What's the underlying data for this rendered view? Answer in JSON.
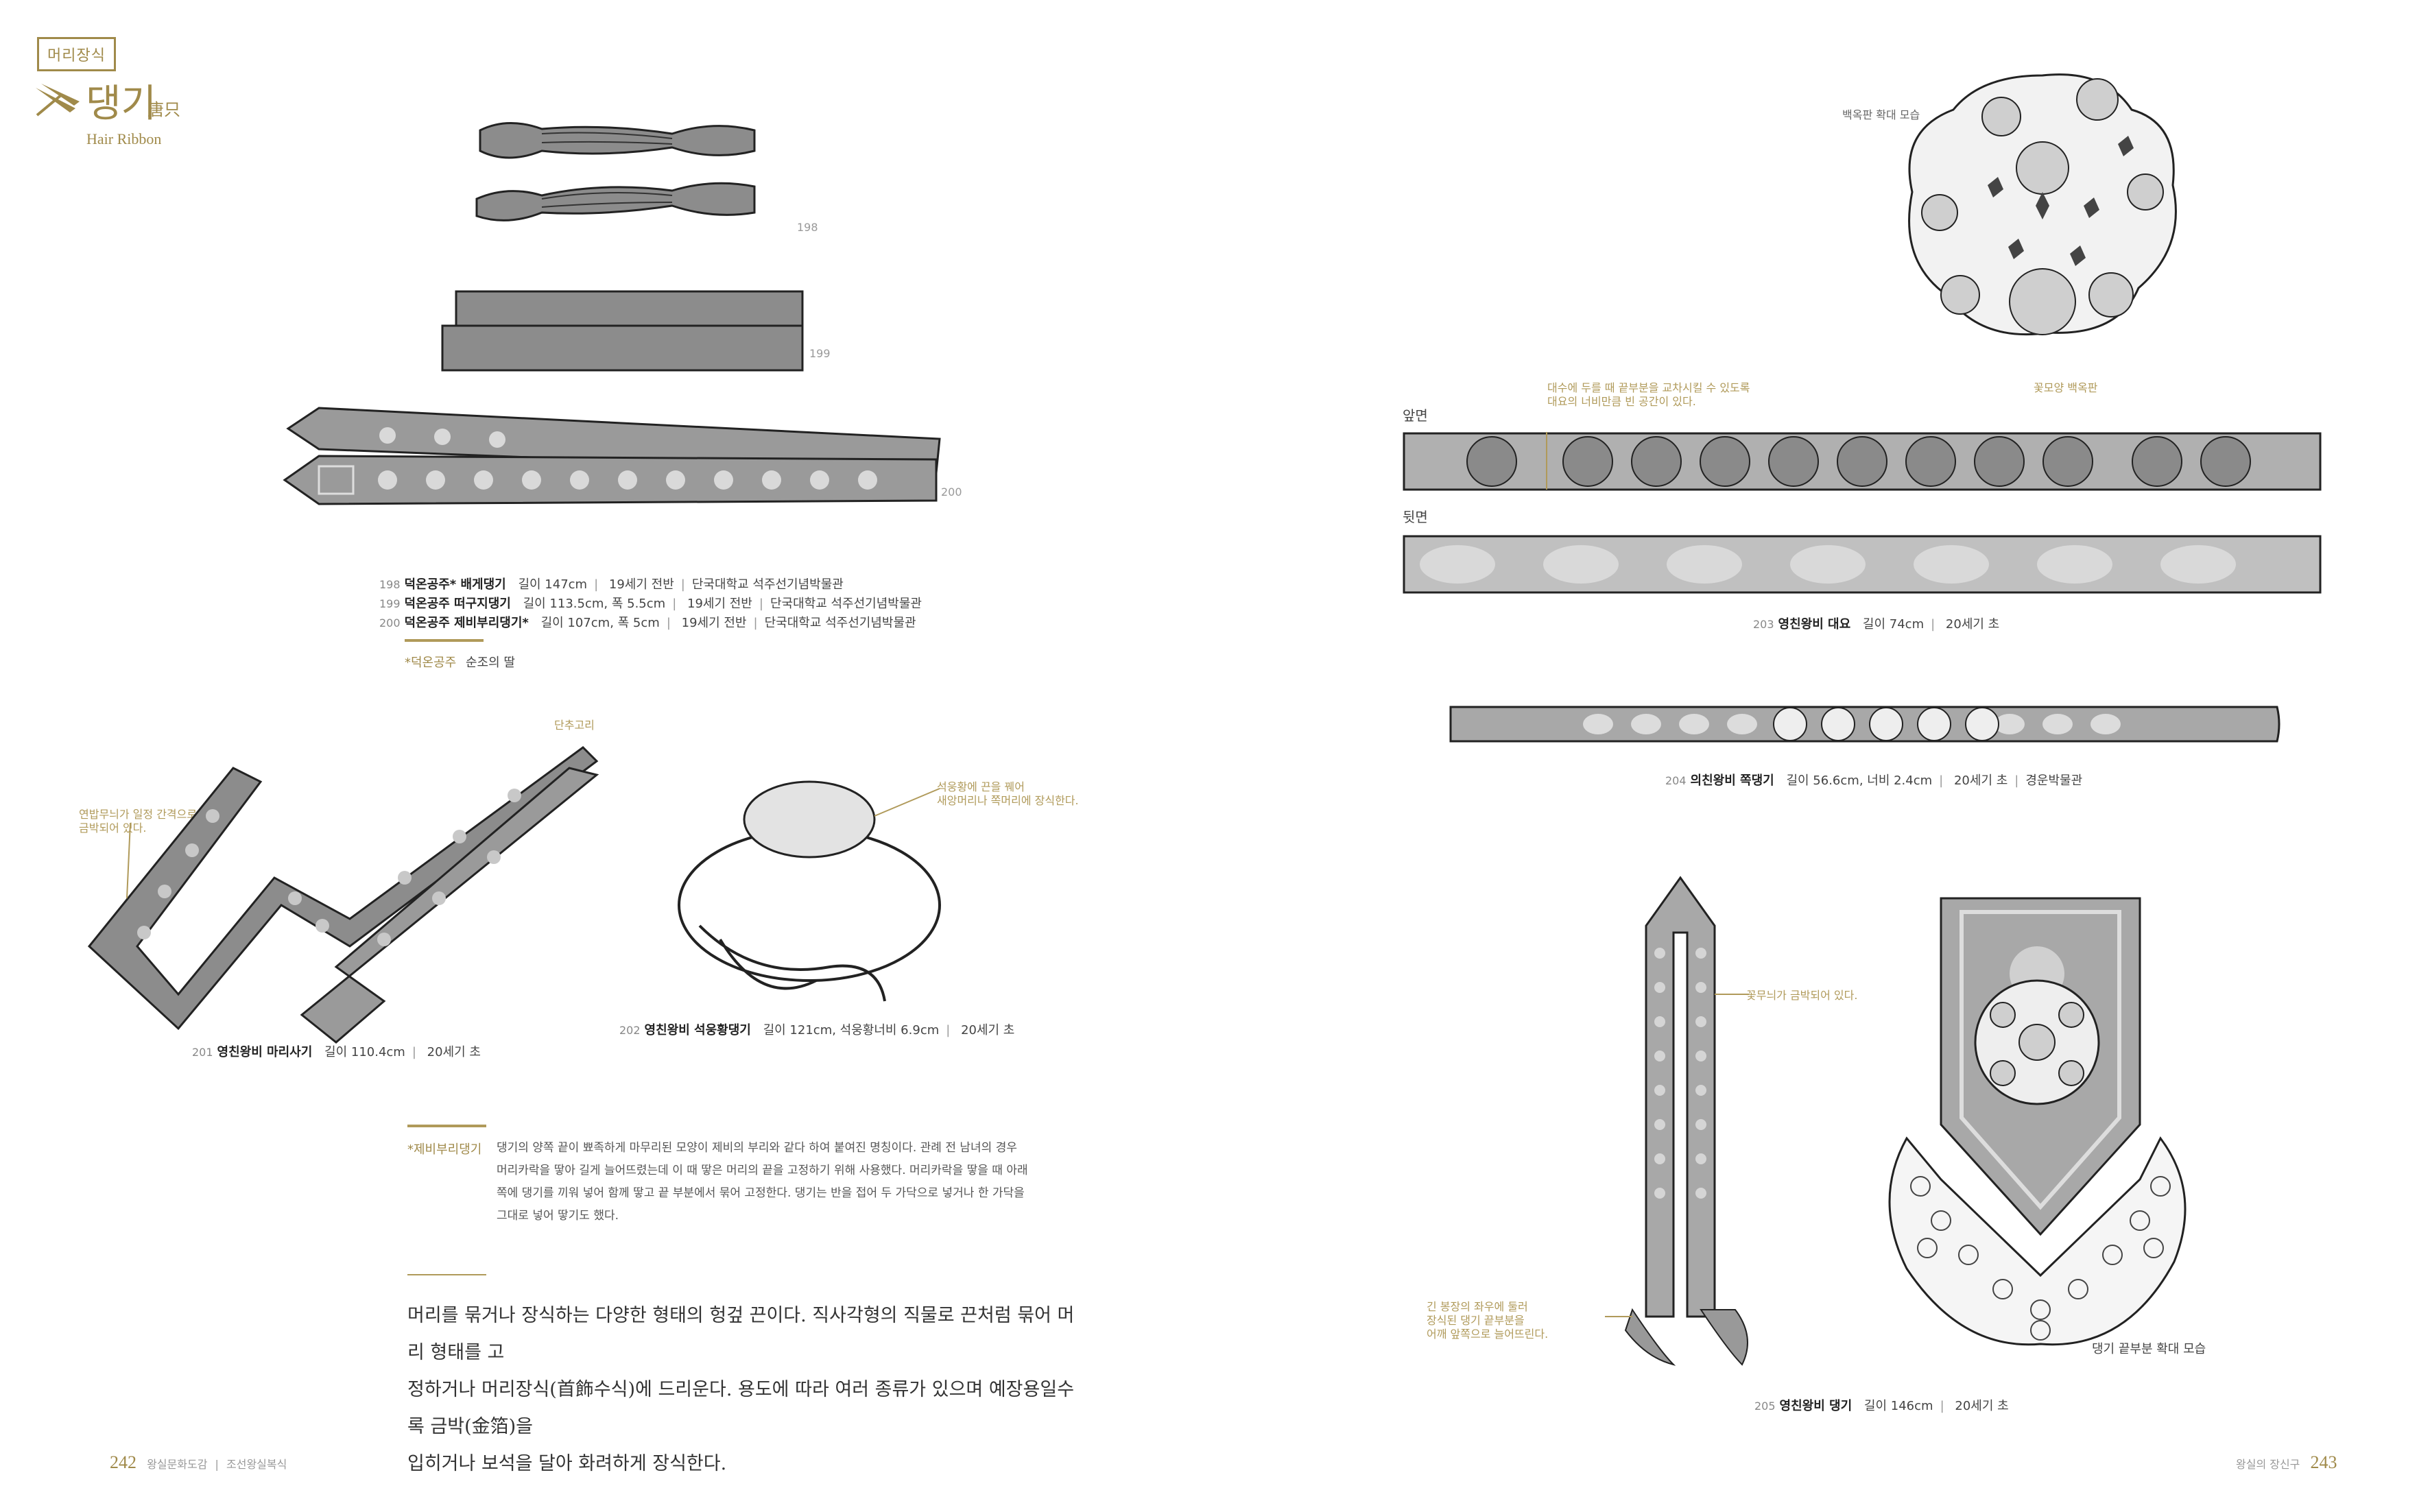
{
  "section_tag": "머리장식",
  "title": {
    "kr": "댕기",
    "han": "唐只",
    "en": "Hair Ribbon"
  },
  "fig_numbers": {
    "f198": "198",
    "f199": "199",
    "f200": "200"
  },
  "captions_left": [
    {
      "num": "198",
      "name": "덕온공주* 배게댕기",
      "details": [
        "길이 147cm",
        "19세기 전반",
        "단국대학교 석주선기념박물관"
      ]
    },
    {
      "num": "199",
      "name": "덕온공주 떠구지댕기",
      "details": [
        "길이 113.5cm, 폭 5.5cm",
        "19세기 전반",
        "단국대학교 석주선기념박물관"
      ]
    },
    {
      "num": "200",
      "name": "덕온공주 제비부리댕기*",
      "details": [
        "길이 107cm, 폭 5cm",
        "19세기 전반",
        "단국대학교 석주선기념박물관"
      ]
    }
  ],
  "footnote_princess": {
    "label": "*덕온공주",
    "text": "순조의 딸"
  },
  "annotations": {
    "button_loop": "단추고리",
    "lotus_pattern": [
      "연밥무늬가 일정 간격으로",
      "금박되어 있다."
    ],
    "pearl_stone": [
      "석웅황에 끈을 꿰어",
      "새앙머리나 쪽머리에 장식한다."
    ],
    "jade_enlarged": "백옥판 확대 모습",
    "overlap_space": [
      "대수에 두를 때 끝부분을 교차시킬 수 있도록",
      "대요의 너비만큼 빈 공간이 있다."
    ],
    "flower_jade": "꽃모양 백옥판",
    "front": "앞면",
    "back": "뒷면",
    "flower_gilded": "꽃무늬가 금박되어 있다.",
    "ends_decorated": [
      "긴 봉장의 좌우에 둘러",
      "장식된 댕기 끝부분을",
      "어깨 앞쪽으로 늘어뜨린다."
    ],
    "end_enlarged": "댕기 끝부분 확대 모습"
  },
  "captions_mid": {
    "c201": {
      "num": "201",
      "name": "영친왕비 마리사기",
      "details": [
        "길이 110.4cm",
        "20세기 초"
      ]
    },
    "c202": {
      "num": "202",
      "name": "영친왕비 석웅황댕기",
      "details": [
        "길이 121cm, 석웅황너비 6.9cm",
        "20세기 초"
      ]
    }
  },
  "swallow_note": {
    "label": "*제비부리댕기",
    "lines": [
      "댕기의 양쪽 끝이 뾰족하게 마무리된 모양이 제비의 부리와 같다 하여 붙여진 명칭이다. 관례 전 남녀의 경우",
      "머리카락을 땋아 길게 늘어뜨렸는데 이 때 땋은 머리의 끝을 고정하기 위해 사용했다. 머리카락을 땋을 때 아래",
      "쪽에 댕기를 끼워 넣어 함께 땋고 끝 부분에서 묶어 고정한다. 댕기는 반을 접어 두 가닥으로 넣거나 한 가닥을",
      "그대로 넣어 땋기도 했다."
    ]
  },
  "body_lines": [
    "머리를 묶거나 장식하는 다양한 형태의 헝겊 끈이다. 직사각형의 직물로 끈처럼 묶어 머리 형태를 고",
    "정하거나 머리장식(首飾수식)에 드리운다. 용도에 따라 여러 종류가 있으며 예장용일수록 금박(金箔)을",
    "입히거나 보석을 달아 화려하게 장식한다."
  ],
  "captions_right": {
    "c203": {
      "num": "203",
      "name": "영친왕비 대요",
      "details": [
        "길이 74cm",
        "20세기 초"
      ]
    },
    "c204": {
      "num": "204",
      "name": "의친왕비 쪽댕기",
      "details": [
        "길이 56.6cm, 너비 2.4cm",
        "20세기 초",
        "경운박물관"
      ]
    },
    "c205": {
      "num": "205",
      "name": "영친왕비 댕기",
      "details": [
        "길이 146cm",
        "20세기 초"
      ]
    }
  },
  "footer": {
    "left_page": "242",
    "left_book": "왕실문화도감",
    "left_chapter": "조선왕실복식",
    "right_chapter": "왕실의 장신구",
    "right_page": "243"
  },
  "colors": {
    "accent": "#a08a4a",
    "ribbon_gray": "#8c8c8c",
    "light_gray": "#bdbdbd"
  }
}
